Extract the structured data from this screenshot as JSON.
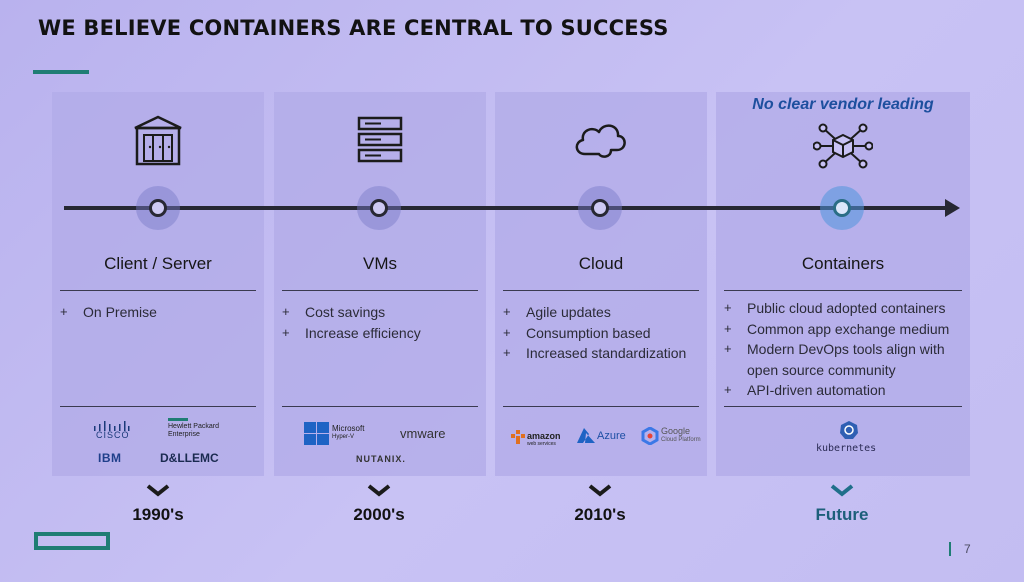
{
  "slide": {
    "title": "WE BELIEVE CONTAINERS ARE CENTRAL TO SUCCESS",
    "page_number": "7",
    "accent_color": "#1f7d74"
  },
  "columns": [
    {
      "icon": "data-center-building-icon",
      "label": "Client / Server",
      "bullets": [
        "On Premise"
      ],
      "logos": [
        "CISCO",
        "Hewlett Packard",
        "Enterprise",
        "IBM",
        "D&LLEMC"
      ],
      "era": "1990's"
    },
    {
      "icon": "server-rack-icon",
      "label": "VMs",
      "bullets": [
        "Cost savings",
        "Increase efficiency"
      ],
      "logos": [
        "Microsoft",
        "Hyper-V",
        "vmware",
        "NUTANIX."
      ],
      "era": "2000's"
    },
    {
      "icon": "cloud-icon",
      "label": "Cloud",
      "bullets": [
        "Agile updates",
        "Consumption based",
        "Increased standardization"
      ],
      "logos": [
        "amazon",
        "web services",
        "Azure",
        "Google",
        "Cloud Platform"
      ],
      "era": "2010's"
    },
    {
      "icon": "container-network-icon",
      "label": "Containers",
      "note": "No clear vendor leading",
      "bullets": [
        "Public cloud adopted containers",
        "Common app exchange medium",
        "Modern DevOps tools align with open source community",
        "API-driven automation"
      ],
      "logos": [
        "kubernetes"
      ],
      "era": "Future"
    }
  ]
}
